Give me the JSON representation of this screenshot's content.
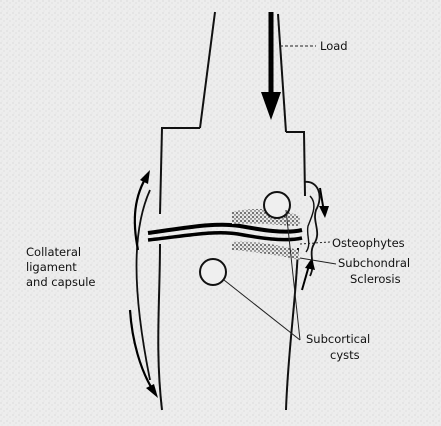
{
  "labels": {
    "load": "Load",
    "collateral": [
      "Collateral",
      "ligament",
      "and capsule"
    ],
    "osteophytes": "Osteophytes",
    "subchondral": [
      "Subchondral",
      "Sclerosis"
    ],
    "subcortical": [
      "Subcortical",
      "cysts"
    ]
  },
  "colors": {
    "background": "#ededed",
    "ink": "#111111"
  }
}
